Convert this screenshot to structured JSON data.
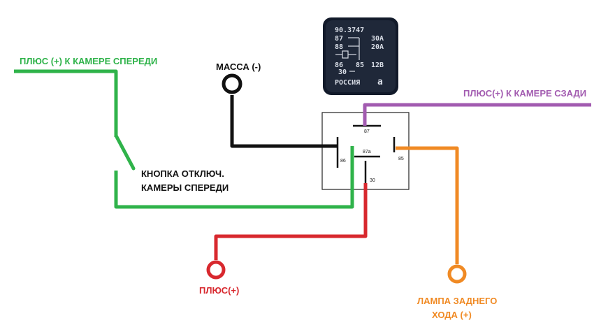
{
  "labels": {
    "front_camera_plus": "ПЛЮС (+) К КАМЕРЕ СПЕРЕДИ",
    "ground": "МАССА (-)",
    "rear_camera_plus": "ПЛЮС(+) К КАМЕРЕ СЗАДИ",
    "button_line1": "КНОПКА ОТКЛЮЧ.",
    "button_line2": "КАМЕРЫ СПЕРЕДИ",
    "power_plus": "ПЛЮС(+)",
    "reverse_lamp_line1": "ЛАМПА ЗАДНЕГО",
    "reverse_lamp_line2": "ХОДА (+)"
  },
  "pins": {
    "p87": "87",
    "p87a": "87а",
    "p86": "86",
    "p85": "85",
    "p30": "30"
  },
  "relay_photo": {
    "model": "90.3747",
    "row1_pin": "87",
    "row1_rating": "30A",
    "row2_pin": "88",
    "row2_rating": "20A",
    "row4_left": "86",
    "row4_mid": "85",
    "row4_voltage": "12B",
    "row5_pin": "30",
    "brand": "РОССИЯ"
  },
  "colors": {
    "front_camera_wire": "#2fb34a",
    "ground_wire": "#111111",
    "rear_camera_wire": "#a25bb0",
    "power_wire": "#d8282e",
    "reverse_lamp_wire": "#f08a24",
    "relay_body": "#1b2333"
  }
}
